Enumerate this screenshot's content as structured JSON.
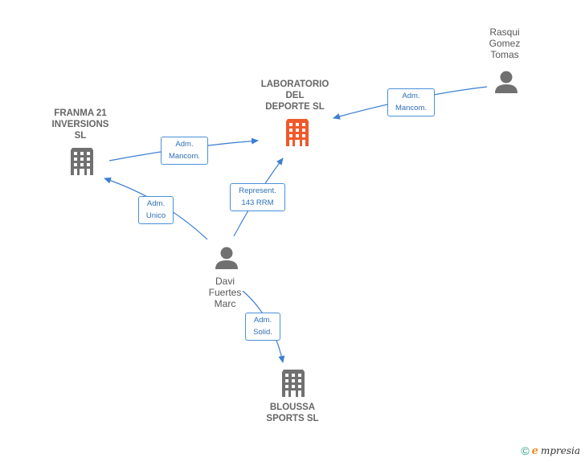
{
  "nodes": {
    "laboratorio": {
      "label": "LABORATORIO\nDEL\nDEPORTE  SL",
      "icon": "building-icon",
      "color": "#ee5a2a"
    },
    "franma": {
      "label": "FRANMA 21\nINVERSIONS\nSL",
      "icon": "building-icon",
      "color": "#707070"
    },
    "bloussa": {
      "label": "BLOUSSA\nSPORTS  SL",
      "icon": "building-icon",
      "color": "#707070"
    },
    "rasqui": {
      "label": "Rasqui\nGomez\nTomas",
      "icon": "person-icon",
      "color": "#707070"
    },
    "davi": {
      "label": "Davi\nFuertes\nMarc",
      "icon": "person-icon",
      "color": "#707070"
    }
  },
  "edges": {
    "rasqui_laboratorio": {
      "label": "Adm.\nMancom."
    },
    "franma_laboratorio": {
      "label": "Adm.\nMancom."
    },
    "davi_franma": {
      "label": "Adm.\nUnico"
    },
    "davi_laboratorio": {
      "label": "Represent.\n143 RRM"
    },
    "davi_bloussa": {
      "label": "Adm.\nSolid."
    }
  },
  "edge_color": "#3b7fd1",
  "brand": {
    "copyright": "©",
    "initial": "e",
    "name": "mpresia"
  }
}
